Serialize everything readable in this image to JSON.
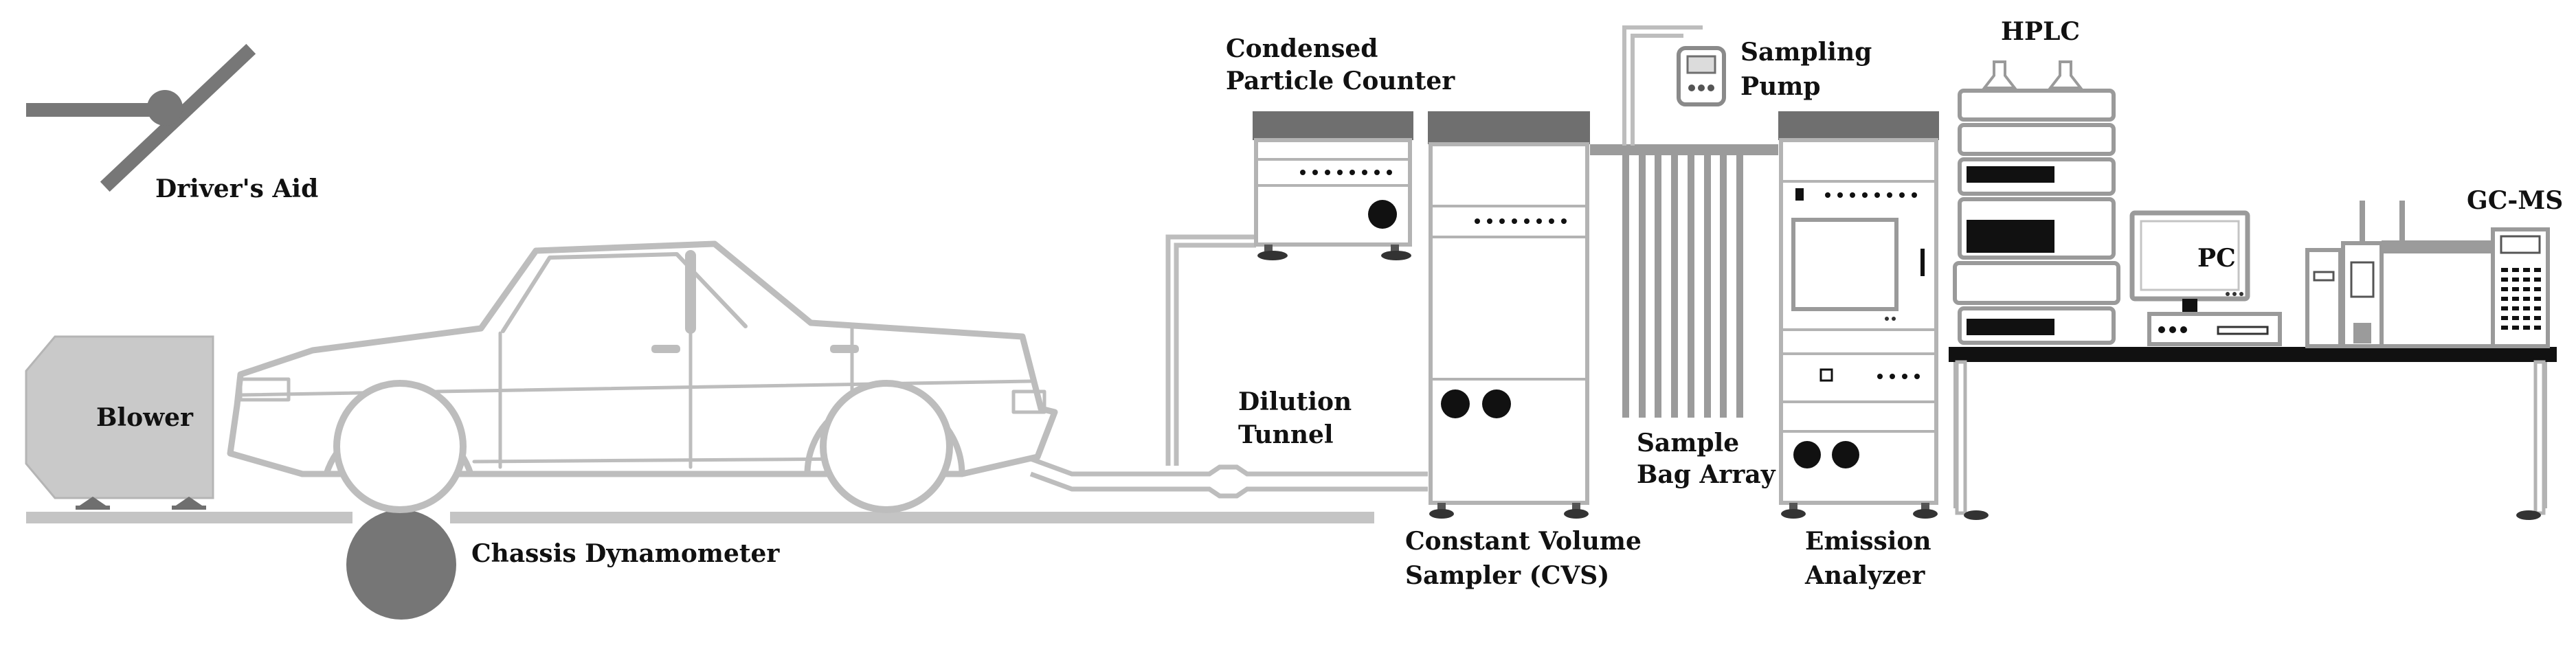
{
  "labels": {
    "drivers_aid": "Driver's Aid",
    "blower": "Blower",
    "chassis_dyno": "Chassis Dynamometer",
    "cpc_line1": "Condensed",
    "cpc_line2": "Particle Counter",
    "dilution_line1": "Dilution",
    "dilution_line2": "Tunnel",
    "cvs_line1": "Constant Volume",
    "cvs_line2": "Sampler (CVS)",
    "pump_line1": "Sampling",
    "pump_line2": "Pump",
    "bag_line1": "Sample",
    "bag_line2": "Bag Array",
    "analyzer_line1": "Emission",
    "analyzer_line2": "Analyzer",
    "hplc": "HPLC",
    "pc": "PC",
    "gcms": "GC-MS"
  },
  "colors": {
    "dark_gray": "#6f6f6f",
    "mid_gray": "#9b9b9b",
    "light_gray": "#c8c8c8",
    "outline": "#a9a9a9",
    "black": "#000000"
  }
}
